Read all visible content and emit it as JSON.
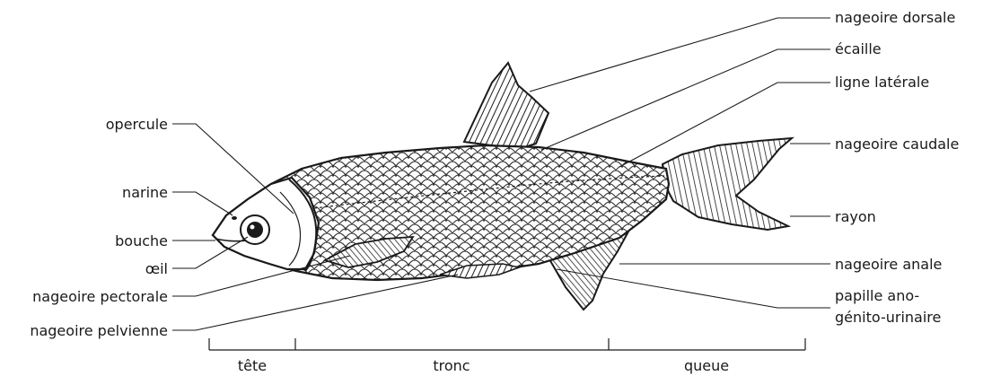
{
  "labels": {
    "nageoire_dorsale": "nageoire dorsale",
    "ecaille": "écaille",
    "ligne_laterale": "ligne latérale",
    "nageoire_caudale": "nageoire caudale",
    "rayon": "rayon",
    "nageoire_anale": "nageoire anale",
    "papille_line1": "papille ano-",
    "papille_line2": "génito-urinaire",
    "opercule": "opercule",
    "narine": "narine",
    "bouche": "bouche",
    "oeil": "œil",
    "nageoire_pectorale": "nageoire pectorale",
    "nageoire_pelvienne": "nageoire pelvienne"
  },
  "sections": {
    "tete": "tête",
    "tronc": "tronc",
    "queue": "queue"
  }
}
